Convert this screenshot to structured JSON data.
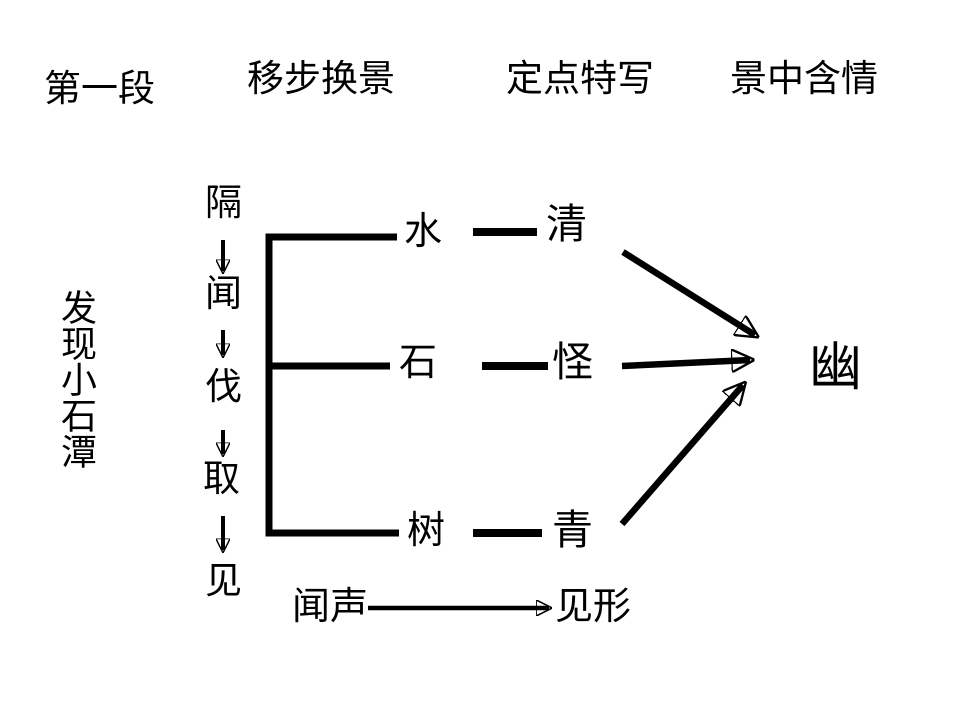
{
  "header": {
    "section_label": "第一段",
    "col1": "移步换景",
    "col2": "定点特写",
    "col3": "景中含情"
  },
  "left_label": "发现小石潭",
  "chain": {
    "items": [
      "隔",
      "闻",
      "伐",
      "取",
      "见"
    ]
  },
  "rows": [
    {
      "left": "水",
      "right": "清"
    },
    {
      "left": "石",
      "right": "怪"
    },
    {
      "left": "树",
      "right": "青"
    }
  ],
  "result": "幽",
  "bottom": {
    "from": "闻声",
    "to": "见形"
  },
  "colors": {
    "ink": "#000000",
    "background": "#ffffff"
  }
}
